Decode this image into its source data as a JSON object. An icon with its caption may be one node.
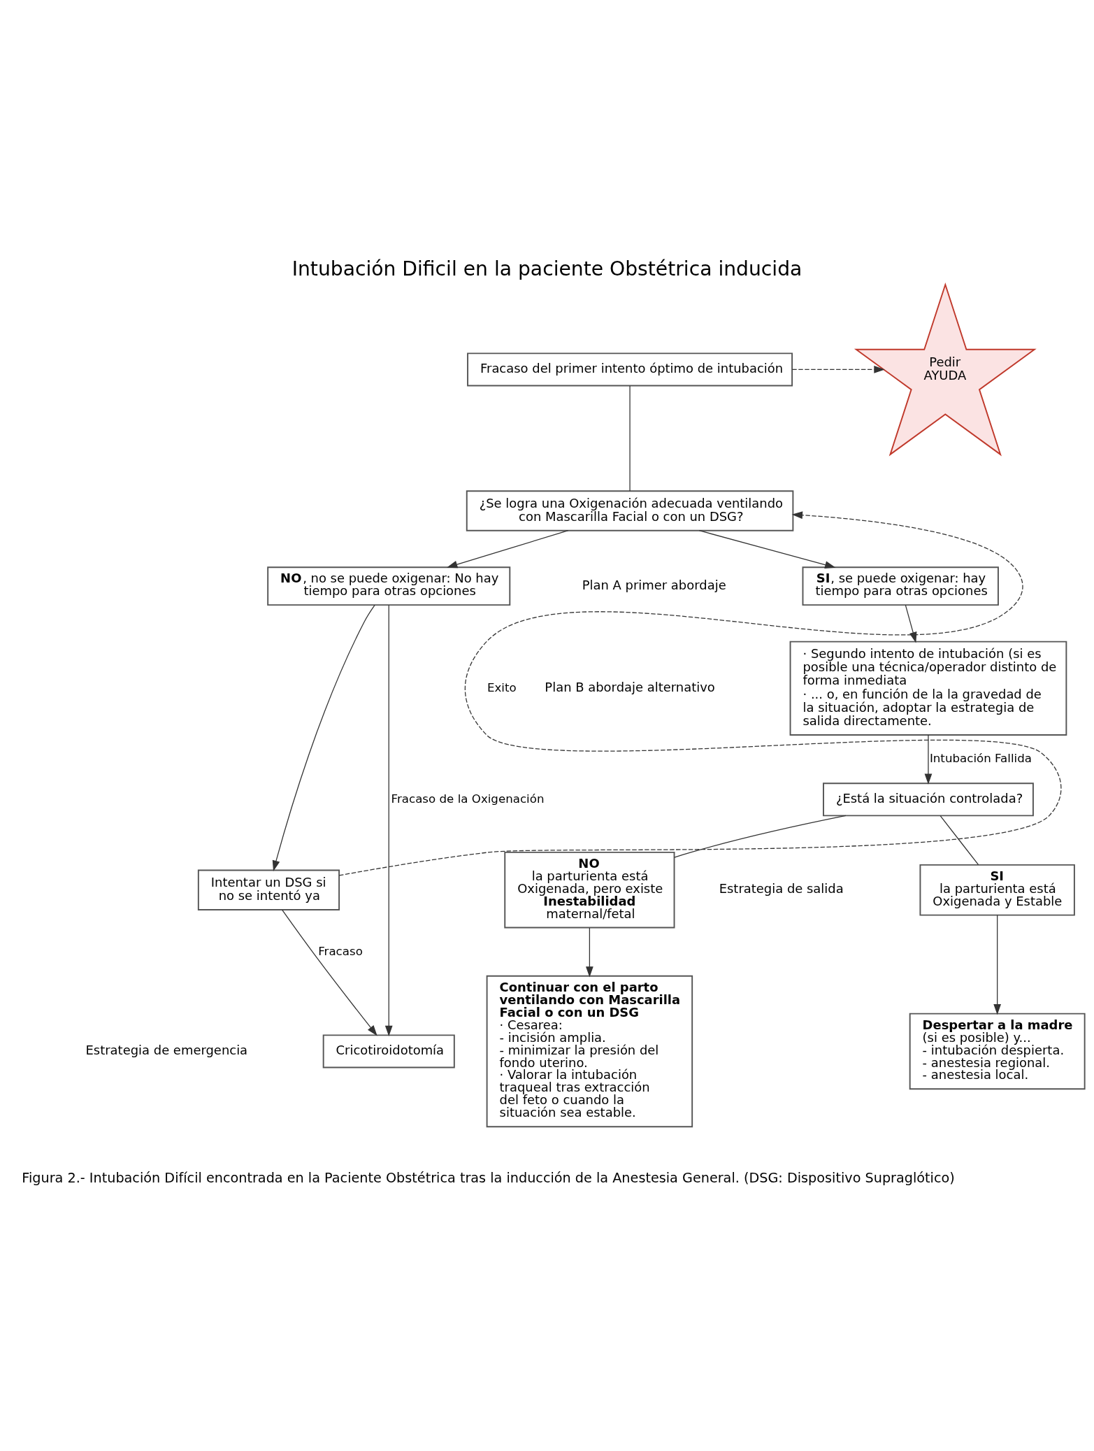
{
  "diagram": {
    "title": "Intubación Dificil en la paciente Obstétrica inducida",
    "caption": "Figura 2.- Intubación Difícil encontrada en la Paciente Obstétrica tras la inducción de la Anestesia General. (DSG: Dispositivo Supraglótico)",
    "nodes": [
      {
        "text": [
          "Fracaso del primer intento óptimo de intubación"
        ]
      },
      {
        "text": [
          "Pedir AYUDA"
        ]
      },
      {
        "text": [
          "¿Se logra una Oxigenación adecuada ventilando con Mascarilla Facial o con un DSG?"
        ]
      },
      {
        "text": [
          "**SI**, se puede oxigenar: hay tiempo para otras opciones"
        ]
      },
      {
        "text": [
          "**NO**, no se puede oxigenar: No hay tiempo para otras opciones"
        ]
      },
      {
        "text": [
          "· Segundo intento de intubación (si es posible una técnica/operador distinto de forma inmediata",
          "· ... o, en función de la la gravedad de la situación, adoptar la estrategia de salida directamente."
        ]
      },
      {
        "text": [
          "¿Está la situación controlada?"
        ]
      },
      {
        "text": [
          "SI",
          "la parturienta está Oxigenada y Estable"
        ]
      },
      {
        "text": [
          "NO",
          "la parturienta está Oxigenada, pero existe **Inestabilidad** maternal/fetal"
        ]
      },
      {
        "text": [
          "Despertar a la madre",
          "(si es posible) y...",
          "- intubación despierta.",
          "- anestesia regional.",
          "- anestesia local."
        ]
      },
      {
        "text": [
          "Continuar con el parto ventilando con Mascarilla Facial o con un DSG",
          "· Cesarea:",
          "- incisión amplia.",
          "- minimizar la presión del fondo uterino.",
          "· Valorar la intubación traqueal tras extracción del feto o cuando la situación sea estable."
        ]
      },
      {
        "text": [
          "Intentar un DSG si no se intentó ya"
        ]
      },
      {
        "text": [
          "Cricotiroidotomía"
        ]
      }
    ],
    "edges": [
      {
        "from": 0,
        "to": 1,
        "arrow": "to",
        "style": "dashed"
      },
      {
        "from": 0,
        "to": 2,
        "arrow": "none"
      },
      {
        "from": 2,
        "to": 3,
        "arrow": "to"
      },
      {
        "from": 2,
        "to": 4,
        "arrow": "to"
      },
      {
        "from": 3,
        "to": 5,
        "arrow": "to"
      },
      {
        "from": 5,
        "to": 6,
        "arrow": "to",
        "label": "Intubación Fallida"
      },
      {
        "from": 6,
        "to": 7,
        "arrow": "none"
      },
      {
        "from": 6,
        "to": 8,
        "arrow": "none"
      },
      {
        "from": 7,
        "to": 9,
        "arrow": "to"
      },
      {
        "from": 8,
        "to": 10,
        "arrow": "to"
      },
      {
        "from": 4,
        "to": 12,
        "arrow": "to",
        "label": "Fracaso de la Oxigenación"
      },
      {
        "from": 4,
        "to": 11,
        "arrow": "to"
      },
      {
        "from": 11,
        "to": 2,
        "arrow": "to",
        "style": "dashed",
        "label": "Exito"
      },
      {
        "from": 11,
        "to": 12,
        "arrow": "to",
        "label": "Fracaso"
      }
    ],
    "labels": [
      "Plan A primer abordaje",
      "Plan B abordaje alternativo",
      "Estrategia de salida",
      "Estrategia de emergencia"
    ]
  }
}
